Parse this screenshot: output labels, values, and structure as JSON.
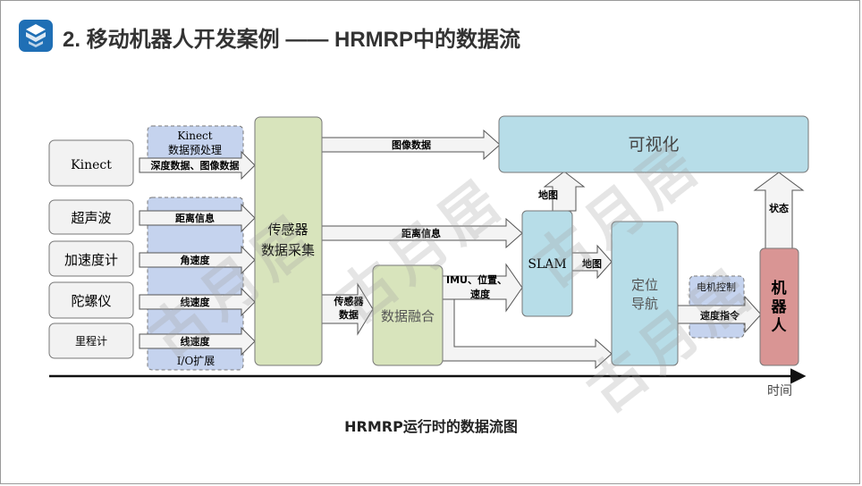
{
  "slide": {
    "title": "2. 移动机器人开发案例 —— HRMRP中的数据流",
    "caption": "HRMRP运行时的数据流图",
    "watermark": "古月居"
  },
  "sensors": {
    "kinect": "Kinect",
    "ultrasonic": "超声波",
    "accelerometer": "加速度计",
    "gyroscope": "陀螺仪",
    "odometer": "里程计"
  },
  "preprocess": {
    "kinect_title": "Kinect",
    "kinect_sub": "数据预处理",
    "io_label": "I/O扩展"
  },
  "arrows": {
    "depth_image": "深度数据、图像数据",
    "distance_info_1": "距离信息",
    "angular_speed": "角速度",
    "linear_speed_1": "线速度",
    "linear_speed_2": "线速度",
    "image_data": "图像数据",
    "distance_info_2": "距离信息",
    "sensor_data_1": "传感器",
    "sensor_data_2": "数据",
    "imu_1": "IMU、位置、",
    "imu_2": "速度",
    "map_up": "地图",
    "map_right": "地图",
    "state": "状态",
    "speed_cmd": "速度指令"
  },
  "nodes": {
    "collect_1": "传感器",
    "collect_2": "数据采集",
    "fusion": "数据融合",
    "visual": "可视化",
    "slam": "SLAM",
    "nav_1": "定位",
    "nav_2": "导航",
    "motor": "电机控制",
    "robot_1": "机",
    "robot_2": "器",
    "robot_3": "人"
  },
  "axis": {
    "time_label": "时间"
  },
  "colors": {
    "accent": "#1f6fb5",
    "box_blue": "#c5d3ee",
    "box_green": "#d8e4bc",
    "box_cyan": "#b7dde8",
    "box_red": "#d99594",
    "sensor_fill": "#f2f2f2"
  }
}
